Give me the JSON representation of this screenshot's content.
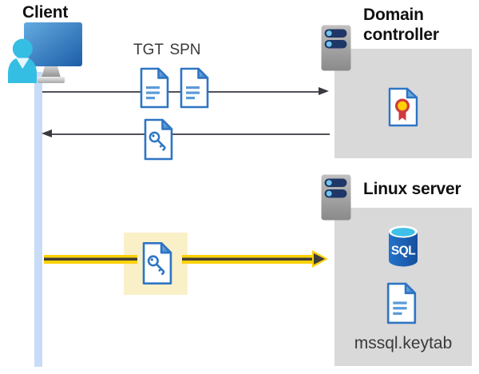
{
  "labels": {
    "client": "Client",
    "domain_controller": "Domain controller",
    "linux_server": "Linux server",
    "tgt": "TGT",
    "spn": "SPN",
    "keytab_file": "mssql.keytab",
    "sql": "SQL"
  },
  "icons": {
    "client": "user-with-monitor-icon",
    "domain_controller": "server-icon",
    "linux_server": "server-icon",
    "tgt": "document-icon",
    "spn": "document-icon",
    "service_ticket": "key-file-icon",
    "keytab": "document-icon",
    "certificate": "certificate-icon",
    "database": "sql-database-icon"
  },
  "colors": {
    "bg_white": "#ffffff",
    "box_gray": "#d9d9d9",
    "timeline_blue": "#c8dcf7",
    "arrow_gray": "#515157",
    "arrowhead_gray": "#3a3a40",
    "doc_blue": "#2e75c4",
    "doc_line_blue": "#5b9bd8",
    "highlight_cream": "#faf0c8",
    "kerb_yellow": "#fed106",
    "kerb_dark": "#3f3d38",
    "header_text": "#111111",
    "label_text": "#3a3a3a",
    "sql_cyan": "#3fc0e8",
    "cert_red": "#cf3a3f",
    "cert_gold": "#ffd103"
  }
}
